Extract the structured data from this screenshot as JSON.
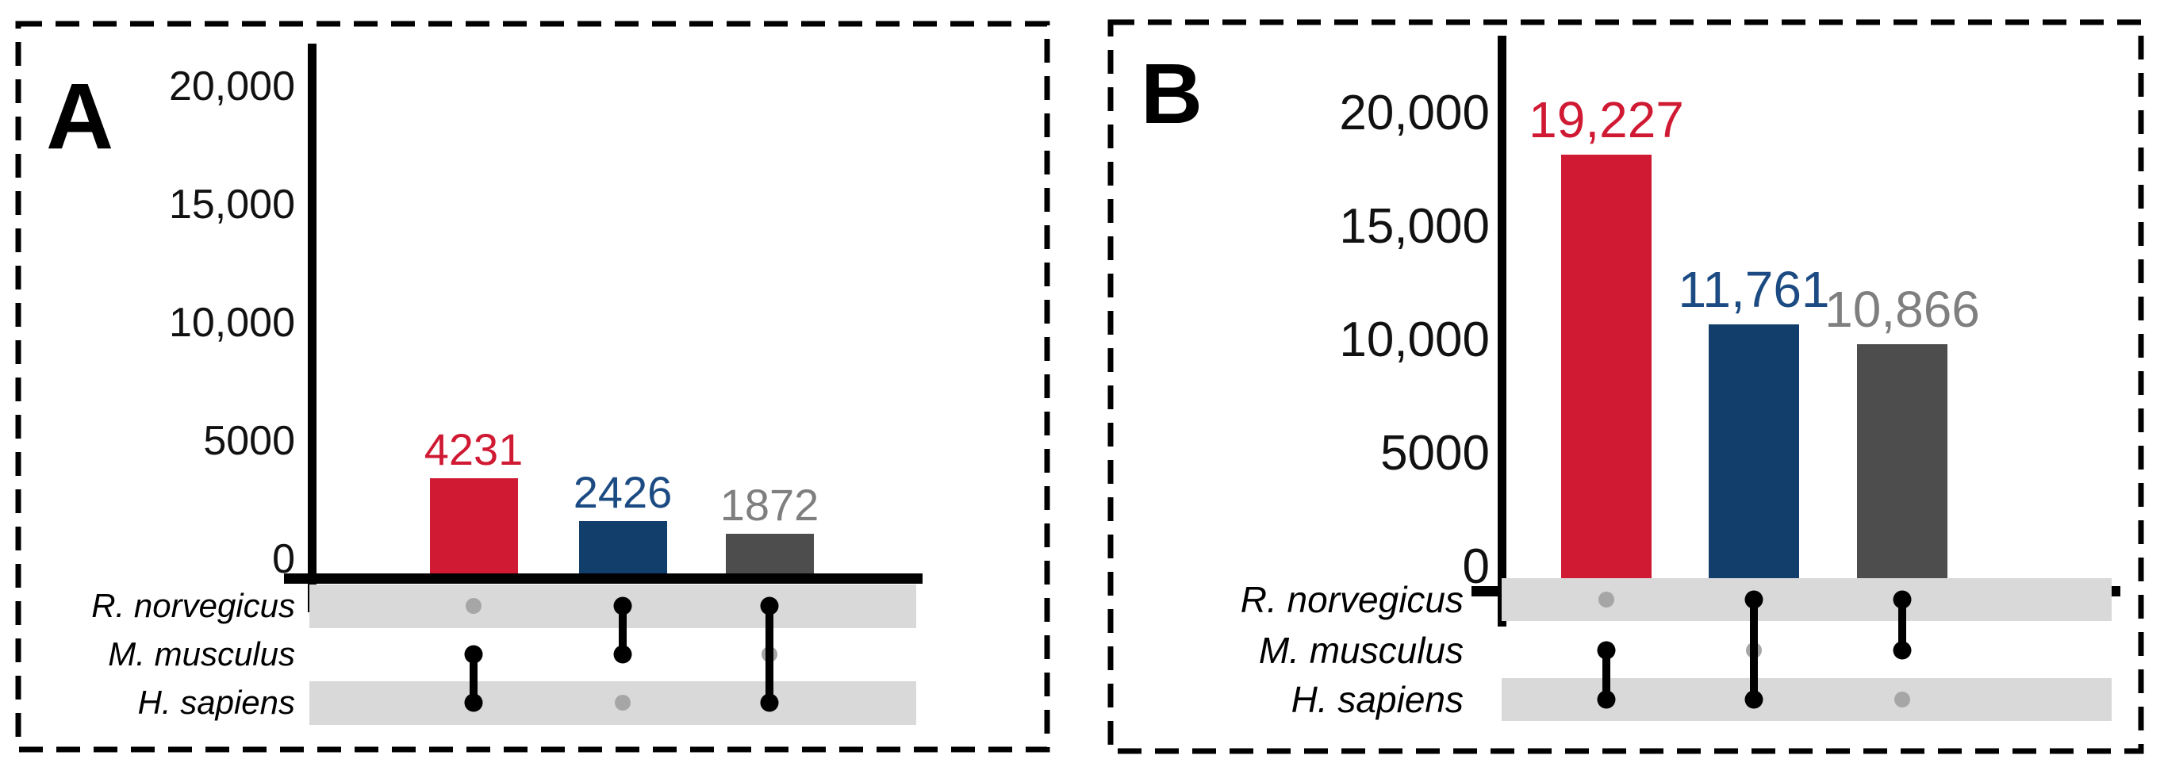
{
  "chart_data": [
    {
      "type": "bar",
      "panel": "A",
      "title": "",
      "xlabel": "",
      "ylabel": "",
      "categories": [
        "M. musculus ∩ H. sapiens",
        "R. norvegicus ∩ M. musculus",
        "R. norvegicus ∩ H. sapiens"
      ],
      "values": [
        4231,
        2426,
        1872
      ],
      "bar_labels": [
        "4231",
        "2426",
        "1872"
      ],
      "bar_colors": [
        "#d01a33",
        "#123e6b",
        "#4d4d4d"
      ],
      "value_label_colors": [
        "#d01a33",
        "#1b4b82",
        "#7f7f7f"
      ],
      "ylim": [
        0,
        22600
      ],
      "yticks": [
        {
          "value": 0,
          "label": "0"
        },
        {
          "value": 5000,
          "label": "5000"
        },
        {
          "value": 10000,
          "label": "10,000"
        },
        {
          "value": 15000,
          "label": "15,000"
        },
        {
          "value": 20000,
          "label": "20,000"
        }
      ],
      "set_rows": [
        "R. norvegicus",
        "M. musculus",
        "H. sapiens"
      ],
      "memberships": [
        [
          false,
          true,
          true
        ],
        [
          true,
          true,
          false
        ],
        [
          true,
          false,
          true
        ]
      ],
      "grid": false,
      "legend_position": "none"
    },
    {
      "type": "bar",
      "panel": "B",
      "title": "",
      "xlabel": "",
      "ylabel": "",
      "categories": [
        "M. musculus ∩ H. sapiens",
        "R. norvegicus ∩ H. sapiens",
        "R. norvegicus ∩ M. musculus"
      ],
      "values": [
        19227,
        11761,
        10866
      ],
      "bar_labels": [
        "19,227",
        "11,761",
        "10,866"
      ],
      "bar_colors": [
        "#d01a33",
        "#123e6b",
        "#4d4d4d"
      ],
      "value_label_colors": [
        "#d01a33",
        "#1b4b82",
        "#7f7f7f"
      ],
      "ylim": [
        0,
        22600
      ],
      "yticks": [
        {
          "value": 0,
          "label": "0"
        },
        {
          "value": 5000,
          "label": "5000"
        },
        {
          "value": 10000,
          "label": "10,000"
        },
        {
          "value": 15000,
          "label": "15,000"
        },
        {
          "value": 20000,
          "label": "20,000"
        }
      ],
      "set_rows": [
        "R. norvegicus",
        "M. musculus",
        "H. sapiens"
      ],
      "memberships": [
        [
          false,
          true,
          true
        ],
        [
          true,
          false,
          true
        ],
        [
          true,
          true,
          false
        ]
      ],
      "grid": false,
      "legend_position": "none"
    }
  ],
  "style": {
    "stripe_color": "#d9d9d9",
    "inactive_dot_color": "#a6a6a6",
    "active_dot_color": "#000000",
    "axis_color": "#000000",
    "border_color": "#000000",
    "background": "#ffffff"
  }
}
